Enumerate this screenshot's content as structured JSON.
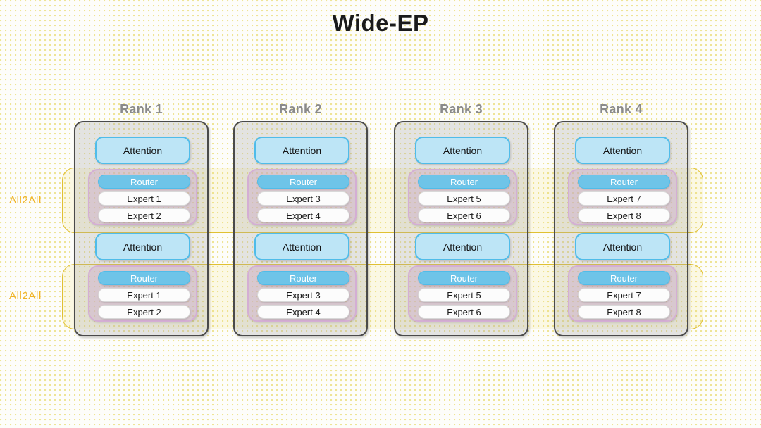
{
  "title": "Wide-EP",
  "colors": {
    "accent_yellow": "#f0b324",
    "band_border": "#e0c032",
    "attention_fill": "#bde5f6",
    "attention_border": "#4fbce9",
    "router_fill": "#6ec4e8",
    "moe_fill": "#cdaacd",
    "rank_border": "#4a4a4a",
    "rank_label": "#8a8a8a",
    "background": "#fdfdfa"
  },
  "bands": [
    {
      "label": "All2All"
    },
    {
      "label": "All2All"
    }
  ],
  "ranks": [
    {
      "label": "Rank 1",
      "layers": [
        {
          "attention": "Attention",
          "router": "Router",
          "experts": [
            "Expert 1",
            "Expert 2"
          ]
        },
        {
          "attention": "Attention",
          "router": "Router",
          "experts": [
            "Expert 1",
            "Expert 2"
          ]
        }
      ]
    },
    {
      "label": "Rank 2",
      "layers": [
        {
          "attention": "Attention",
          "router": "Router",
          "experts": [
            "Expert 3",
            "Expert 4"
          ]
        },
        {
          "attention": "Attention",
          "router": "Router",
          "experts": [
            "Expert 3",
            "Expert 4"
          ]
        }
      ]
    },
    {
      "label": "Rank 3",
      "layers": [
        {
          "attention": "Attention",
          "router": "Router",
          "experts": [
            "Expert 5",
            "Expert 6"
          ]
        },
        {
          "attention": "Attention",
          "router": "Router",
          "experts": [
            "Expert 5",
            "Expert 6"
          ]
        }
      ]
    },
    {
      "label": "Rank 4",
      "layers": [
        {
          "attention": "Attention",
          "router": "Router",
          "experts": [
            "Expert 7",
            "Expert 8"
          ]
        },
        {
          "attention": "Attention",
          "router": "Router",
          "experts": [
            "Expert 7",
            "Expert 8"
          ]
        }
      ]
    }
  ]
}
